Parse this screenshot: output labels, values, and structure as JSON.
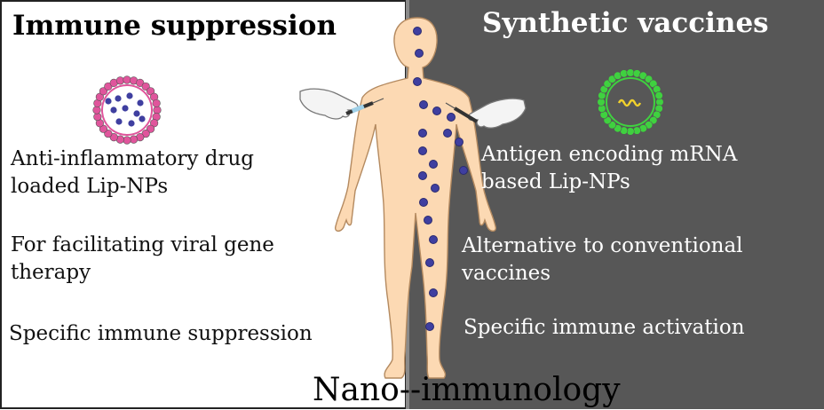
{
  "left": {
    "title": "Immune suppression",
    "line1a": "Anti-inflammatory drug",
    "line1b": "loaded Lip-NPs",
    "line2a": "For facilitating viral gene",
    "line2b": "therapy",
    "line3": "Specific immune suppression"
  },
  "right": {
    "title": "Synthetic vaccines",
    "line1a": "Antigen encoding mRNA",
    "line1b": "based Lip-NPs",
    "line2a": "Alternative to conventional",
    "line2b": "vaccines",
    "line3": "Specific immune activation"
  },
  "footer": "Nano--immunology",
  "colors": {
    "left_bg": "#ffffff",
    "right_bg": "#575757",
    "skin": "#fcd9b3",
    "drug_liposome": "#e0559c",
    "vaccine_liposome": "#3fd13f",
    "nanoparticle": "#3f3fa0"
  }
}
